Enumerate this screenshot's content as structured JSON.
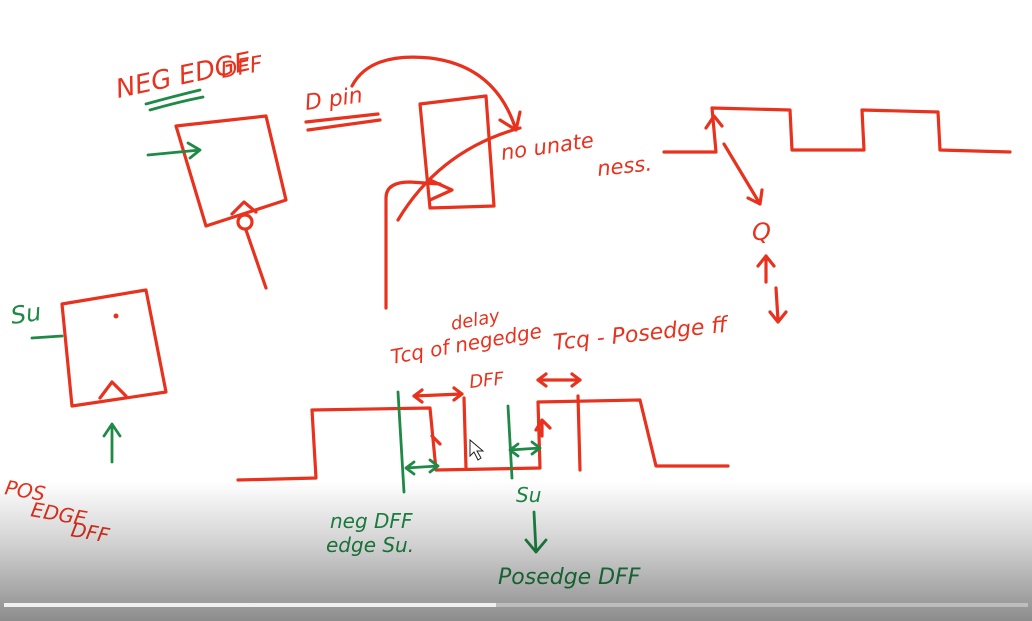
{
  "labels": {
    "neg_edge_title_line1": "NEG EDGE",
    "neg_edge_title_line2": "DFF",
    "d_pin": "D pin",
    "no_unateness_line1": "no unate",
    "no_unateness_line2": "ness.",
    "q_label": "Q",
    "su_left": "Su",
    "pos_edge_title_line1": "POS",
    "pos_edge_title_line2": "EDGE",
    "pos_edge_title_line3": "DFF",
    "tcq_delay_line1": "delay",
    "tcq_delay_line2": "Tcq of negedge",
    "tcq_delay_line3": "DFF",
    "tcq_posedge": "Tcq - Posedge ff",
    "neg_edge_dff_su_line1": "neg  DFF",
    "neg_edge_dff_su_line2": "edge  Su.",
    "su_bottom": "Su",
    "posedge_dff": "Posedge DFF"
  },
  "colors": {
    "ink_red": "#e8321e",
    "ink_green": "#1f8a46"
  },
  "video": {
    "progress_fraction": 0.48
  }
}
